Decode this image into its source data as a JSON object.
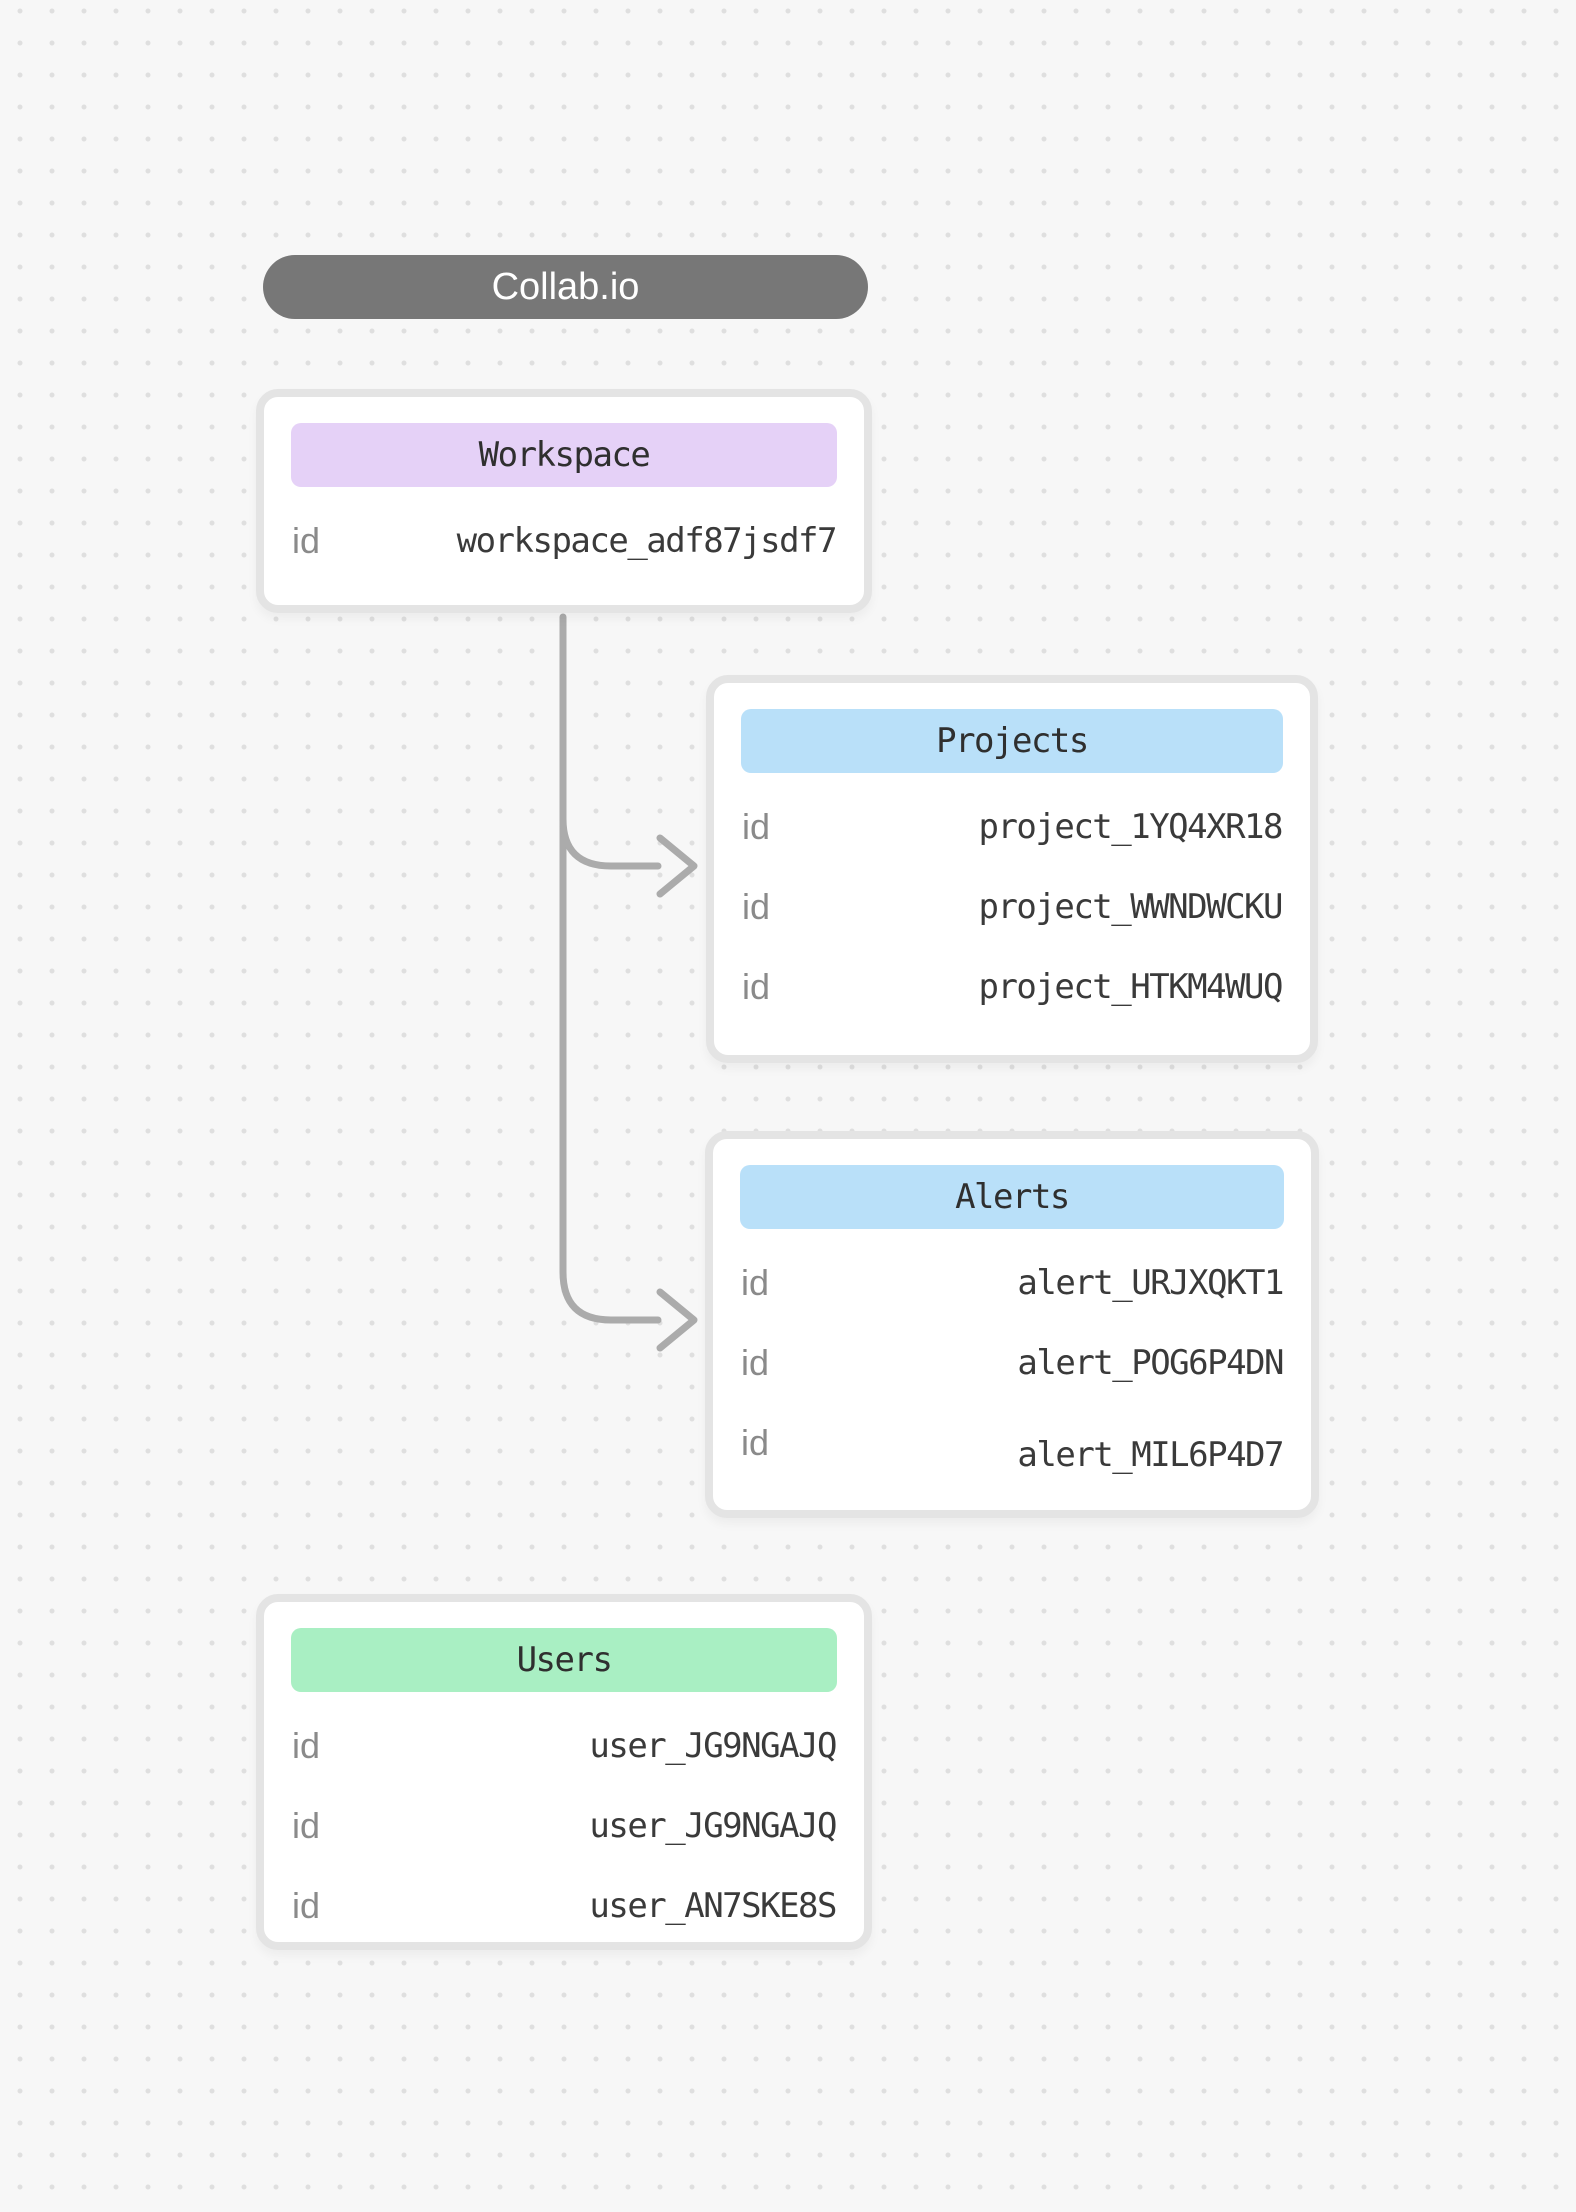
{
  "canvas": {
    "background_color": "#f7f7f7",
    "dot_color": "#dfdfdf",
    "connector_color": "#ababab"
  },
  "brand": {
    "label": "Collab.io",
    "pill_color": "#777777"
  },
  "entities": {
    "workspace": {
      "title": "Workspace",
      "header_color": "#e5d1f7",
      "rows": [
        {
          "label": "id",
          "value": "workspace_adf87jsdf7"
        }
      ]
    },
    "projects": {
      "title": "Projects",
      "header_color": "#b9e0f9",
      "rows": [
        {
          "label": "id",
          "value": "project_1YQ4XR18"
        },
        {
          "label": "id",
          "value": "project_WWNDWCKU"
        },
        {
          "label": "id",
          "value": "project_HTKM4WUQ"
        }
      ]
    },
    "alerts": {
      "title": "Alerts",
      "header_color": "#b9e0f9",
      "rows": [
        {
          "label": "id",
          "value": "alert_URJXQKT1"
        },
        {
          "label": "id",
          "value": "alert_POG6P4DN"
        },
        {
          "label": "id",
          "value": "alert_MIL6P4D7"
        }
      ]
    },
    "users": {
      "title": "Users",
      "header_color": "#a9efc3",
      "rows": [
        {
          "label": "id",
          "value": "user_JG9NGAJQ"
        },
        {
          "label": "id",
          "value": "user_JG9NGAJQ"
        },
        {
          "label": "id",
          "value": "user_AN7SKE8S"
        }
      ]
    }
  },
  "connections": [
    {
      "from": "workspace",
      "to": "projects"
    },
    {
      "from": "workspace",
      "to": "alerts"
    }
  ]
}
